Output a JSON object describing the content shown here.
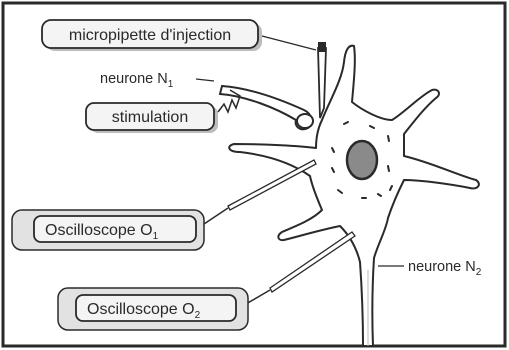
{
  "figure": {
    "labels": {
      "micropipette": "micropipette d'injection",
      "neuron1_name": "neurone N",
      "neuron1_sub": "1",
      "stimulation": "stimulation",
      "osc1_name": "Oscilloscope O",
      "osc1_sub": "1",
      "osc2_name": "Oscilloscope O",
      "osc2_sub": "2",
      "neuron2_name": "neurone N",
      "neuron2_sub": "2"
    },
    "colors": {
      "ink": "#2a2a2a",
      "box_fill": "#f4f4f4",
      "box_shadow": "#bdbdbd",
      "nucleus": "#8a8a8a",
      "background": "#ffffff"
    }
  }
}
